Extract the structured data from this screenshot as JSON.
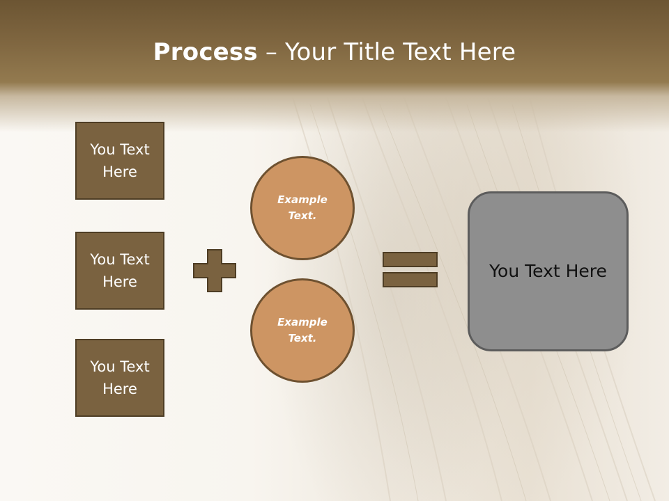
{
  "title": {
    "strong": "Process",
    "separator": " – ",
    "rest": "Your Title Text Here"
  },
  "left_boxes": [
    {
      "label": "You Text Here"
    },
    {
      "label": "You Text Here"
    },
    {
      "label": "You Text Here"
    }
  ],
  "circles": [
    {
      "label": "Example Text."
    },
    {
      "label": "Example Text."
    }
  ],
  "result": {
    "label": "You Text Here"
  },
  "colors": {
    "header": "#7f6640",
    "box_fill": "#7a6240",
    "box_border": "#4e3d24",
    "circle_fill": "#cd9563",
    "circle_border": "#6e5130",
    "result_fill": "#8e8e8e",
    "operator_fill": "#7a6240"
  },
  "icons": [
    "plus-icon",
    "equals-icon"
  ]
}
